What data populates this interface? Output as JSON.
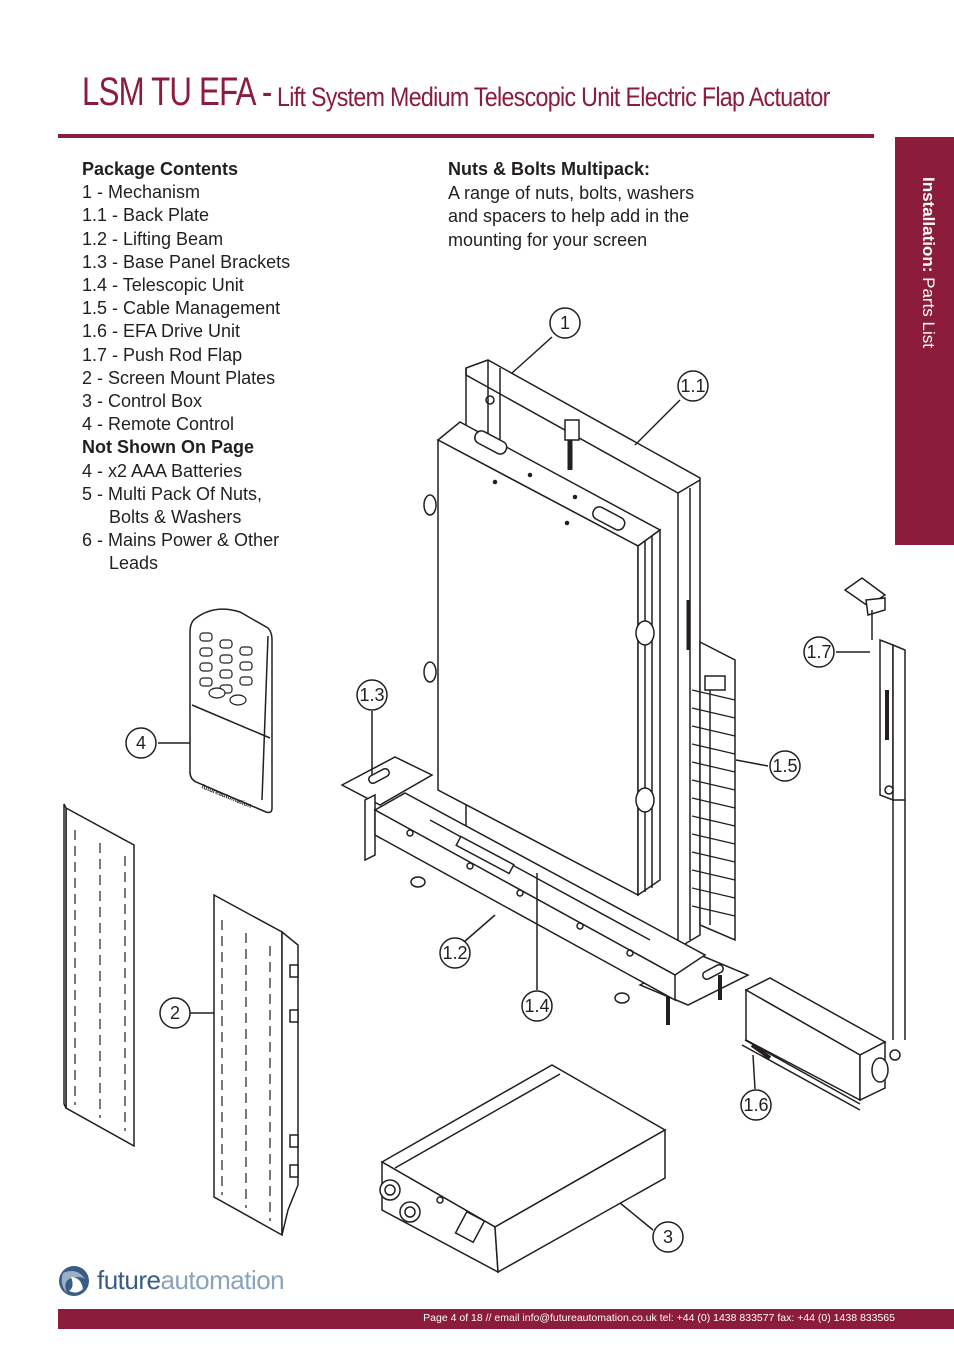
{
  "header": {
    "title_main": "LSM TU EFA -",
    "title_sub": "Lift System Medium Telescopic Unit Electric Flap Actuator"
  },
  "side_tab": {
    "bold": "Installation:",
    "rest": " Parts List"
  },
  "package_contents": {
    "heading": "Package Contents",
    "items": [
      "1 - Mechanism",
      "1.1 - Back Plate",
      "1.2 - Lifting Beam",
      "1.3 - Base Panel Brackets",
      "1.4 - Telescopic Unit",
      "1.5 - Cable Management",
      "1.6 - EFA Drive Unit",
      "1.7 - Push Rod Flap",
      "2 - Screen Mount Plates",
      "3 - Control Box",
      "4 - Remote Control"
    ],
    "not_shown_heading": "Not Shown On Page",
    "not_shown": [
      "4 - x2 AAA Batteries",
      "5 - Multi Pack Of Nuts,",
      "Bolts & Washers",
      "6 - Mains Power & Other",
      "Leads"
    ]
  },
  "nuts": {
    "heading": "Nuts & Bolts Multipack:",
    "lines": [
      "A range of nuts, bolts, washers",
      "and spacers to help add in the",
      "mounting for your screen"
    ]
  },
  "callouts": {
    "c1": "1",
    "c11": "1.1",
    "c12": "1.2",
    "c13": "1.3",
    "c14": "1.4",
    "c15": "1.5",
    "c16": "1.6",
    "c17": "1.7",
    "c2": "2",
    "c3": "3",
    "c4": "4"
  },
  "remote_brand": "futureautomation",
  "logo": {
    "bold": "future",
    "light": "automation"
  },
  "footer": "Page 4 of 18 // email info@futureautomation.co.uk  tel: +44 (0) 1438 833577  fax: +44 (0) 1438 833565",
  "colors": {
    "brand": "#8b1c3b",
    "logo_blue": "#3a5b84"
  }
}
